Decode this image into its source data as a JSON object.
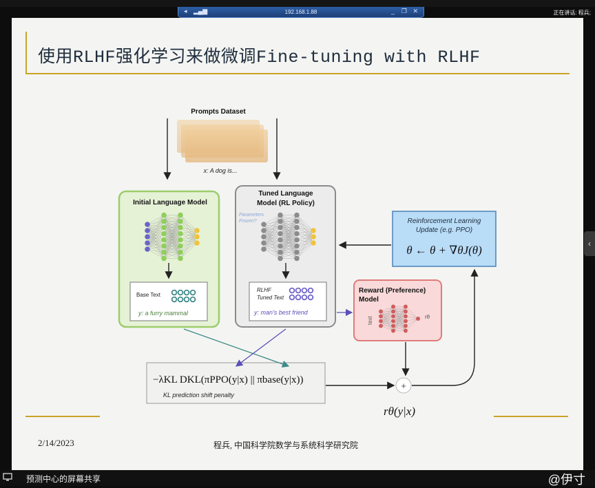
{
  "window": {
    "remote_title": "192.168.1.88",
    "presenter_label": "正在讲话: 程兵;"
  },
  "slide": {
    "title": "使用RLHF强化学习来做微调Fine-tuning with RLHF",
    "date": "2/14/2023",
    "author": "程兵, 中国科学院数学与系统科学研究院"
  },
  "diagram": {
    "prompts_dataset": "Prompts Dataset",
    "prompt_example": "x: A dog is...",
    "initial_model": "Initial Language Model",
    "base_text": "Base Text",
    "base_output": "y: a furry mammal",
    "tuned_model_line1": "Tuned Language",
    "tuned_model_line2": "Model (RL Policy)",
    "params_frozen_line1": "Parameters",
    "params_frozen_line2": "Frozen?",
    "rlhf_text_line1": "RLHF",
    "rlhf_text_line2": "Tuned Text",
    "tuned_output": "y: man's best friend",
    "reward_model_line1": "Reward (Preference)",
    "reward_model_line2": "Model",
    "reward_input": "text",
    "reward_output": "rθ",
    "rl_update_line1": "Reinforcement Learning",
    "rl_update_line2": "Update (e.g. PPO)",
    "rl_equation": "θ ← θ + ∇θJ(θ)",
    "kl_formula": "−λKL DKL(πPPO(y|x) || πbase(y|x))",
    "kl_caption": "KL prediction shift penalty",
    "reward_formula": "rθ(y|x)",
    "plus": "+"
  },
  "bottom_bar": {
    "share_label": "预测中心的屏幕共享",
    "handle": "@伊寸"
  },
  "colors": {
    "accent_gold": "#c9a227",
    "initial_box": "#e6f2d6",
    "initial_border": "#9ccc6b",
    "tuned_box": "#ececec",
    "reward_box": "#f9d9d9",
    "reward_border": "#e07a7a",
    "rl_box": "#b9dcf7",
    "node_green": "#8fcf5a",
    "node_purple": "#6c63c9",
    "node_gold": "#f0c43a",
    "node_gray": "#8c8c8c",
    "node_red": "#cf5c5c"
  }
}
